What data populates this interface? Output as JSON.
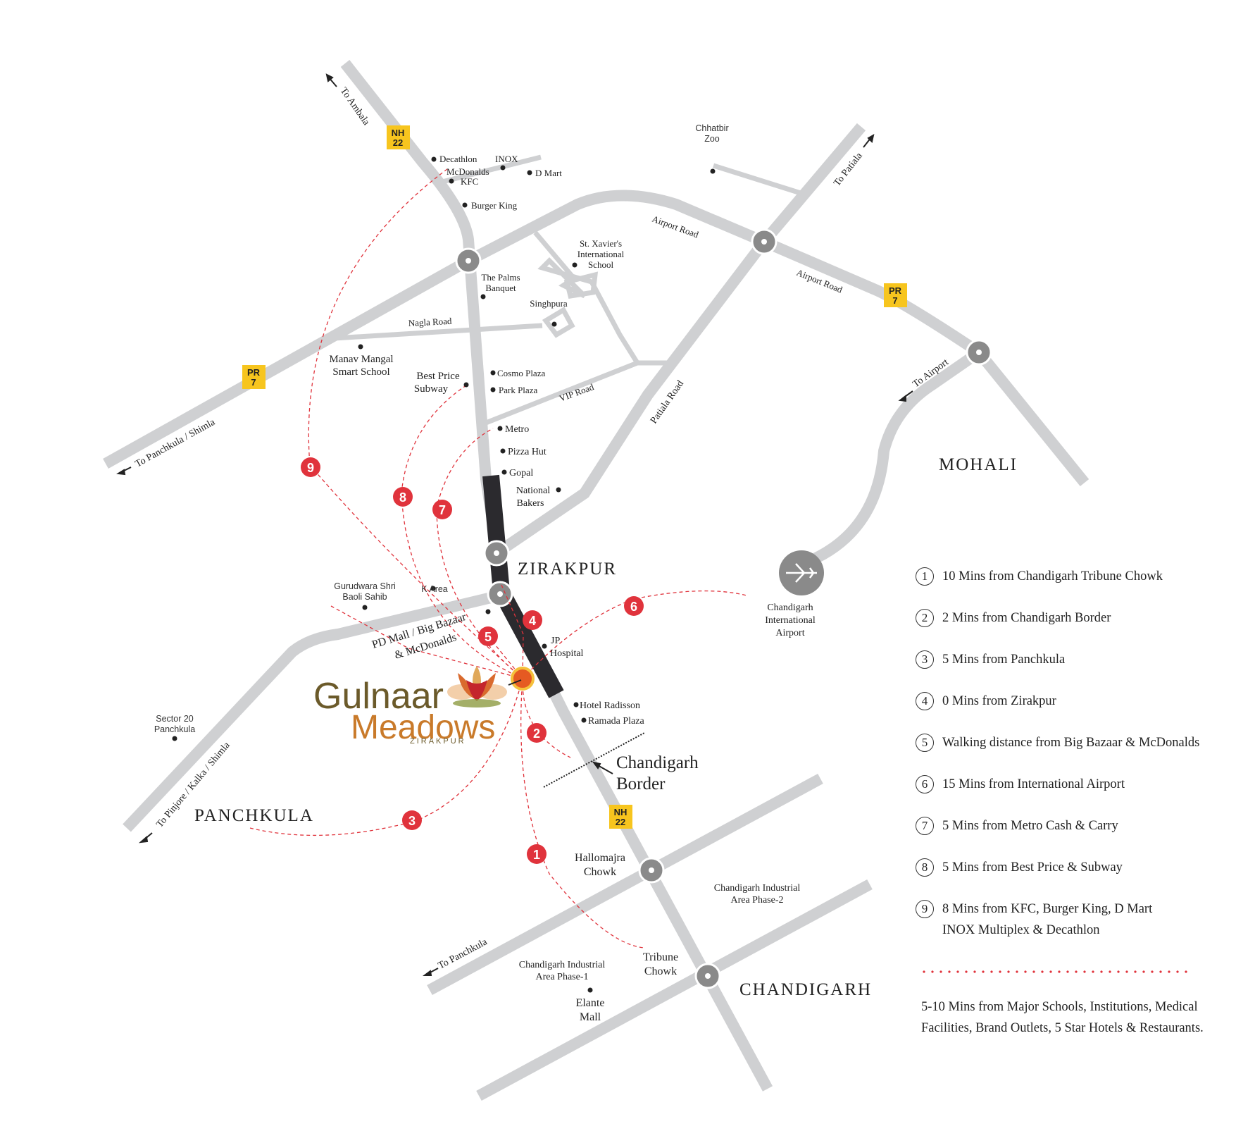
{
  "places": {
    "to_ambala": "To Ambala",
    "to_patiala": "To Patiala",
    "to_panchkula_shimla": "To Panchkula / Shimla",
    "to_airport": "To Airport",
    "to_pinjore": "To Pinjore / Kalka / Shimla",
    "to_panchkula": "To Panchkula",
    "nh22_top_a": "NH",
    "nh22_top_b": "22",
    "pr7_left_a": "PR",
    "pr7_left_b": "7",
    "pr7_right_a": "PR",
    "pr7_right_b": "7",
    "nh22_bottom_a": "NH",
    "nh22_bottom_b": "22",
    "decathlon": "Decathlon",
    "inox": "INOX",
    "mcdonalds": "McDonalds",
    "d_mart": "D Mart",
    "kfc": "KFC",
    "burger_king": "Burger King",
    "chhatbir_a": "Chhatbir",
    "chhatbir_b": "Zoo",
    "airport_road_1": "Airport Road",
    "airport_road_2": "Airport Road",
    "stxavier_a": "St. Xavier's",
    "stxavier_b": "International",
    "stxavier_c": "School",
    "palms_a": "The Palms",
    "palms_b": "Banquet",
    "singhpura": "Singhpura",
    "nagla_road": "Nagla Road",
    "manav_a": "Manav Mangal",
    "manav_b": "Smart School",
    "bestprice_a": "Best Price",
    "bestprice_b": "Subway",
    "cosmo": "Cosmo Plaza",
    "park_plaza": "Park Plaza",
    "vip_road": "VIP Road",
    "patiala_road": "Patiala Road",
    "metro": "Metro",
    "pizza_hut": "Pizza Hut",
    "gopal": "Gopal",
    "national_a": "National",
    "national_b": "Bakers",
    "zirakpur": "ZIRAKPUR",
    "mohali": "MOHALI",
    "panchkula": "PANCHKULA",
    "chandigarh": "CHANDIGARH",
    "gurudwara_a": "Gurudwara Shri",
    "gurudwara_b": "Baoli Sahib",
    "k_area": "K Area",
    "pd_mall_a": "PD Mall / Big Bazaar",
    "pd_mall_b": "& McDonalds",
    "jp_a": "JP",
    "jp_b": "Hospital",
    "airport_a": "Chandigarh",
    "airport_b": "International",
    "airport_c": "Airport",
    "sector20_a": "Sector 20",
    "sector20_b": "Panchkula",
    "radisson": "Hotel Radisson",
    "ramada": "Ramada Plaza",
    "border_a": "Chandigarh",
    "border_b": "Border",
    "hallomajra_a": "Hallomajra",
    "hallomajra_b": "Chowk",
    "cia2_a": "Chandigarh Industrial",
    "cia2_b": "Area Phase-2",
    "cia1_a": "Chandigarh Industrial",
    "cia1_b": "Area Phase-1",
    "tribune_a": "Tribune",
    "tribune_b": "Chowk",
    "elante_a": "Elante",
    "elante_b": "Mall"
  },
  "logo": {
    "line1": "Gulnaar",
    "line2": "Meadows",
    "line3": "ZIRAKPUR"
  },
  "markers": [
    "1",
    "2",
    "3",
    "4",
    "5",
    "6",
    "7",
    "8",
    "9"
  ],
  "legend": [
    {
      "num": "1",
      "text": "10 Mins from Chandigarh Tribune Chowk"
    },
    {
      "num": "2",
      "text": "2 Mins from Chandigarh Border"
    },
    {
      "num": "3",
      "text": "5 Mins from Panchkula"
    },
    {
      "num": "4",
      "text": "0 Mins from Zirakpur"
    },
    {
      "num": "5",
      "text": "Walking distance from Big Bazaar & McDonalds"
    },
    {
      "num": "6",
      "text": "15 Mins from International Airport"
    },
    {
      "num": "7",
      "text": "5 Mins from Metro Cash & Carry"
    },
    {
      "num": "8",
      "text": "5 Mins from Best Price & Subway"
    },
    {
      "num": "9",
      "text": "8 Mins from KFC, Burger King, D Mart INOX Multiplex & Decathlon"
    }
  ],
  "note": "5-10 Mins from Major Schools, Institutions, Medical Facilities, Brand Outlets, 5 Star Hotels & Restaurants.",
  "colors": {
    "road": "#cfd0d2",
    "highlight_road": "#2b2a2e",
    "marker": "#e0333c",
    "badge": "#f7c51e",
    "junction": "#8a8a8a",
    "logo_brown": "#6b5a2a",
    "logo_orange": "#c97a2a"
  }
}
